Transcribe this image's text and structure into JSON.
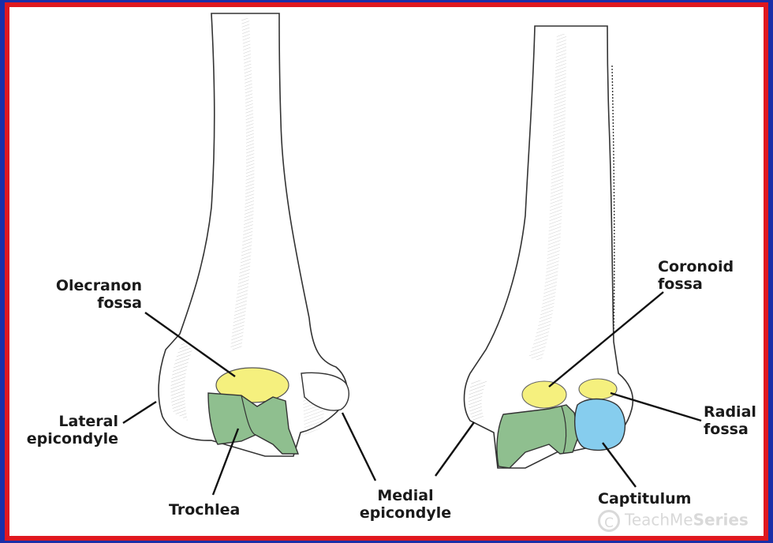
{
  "colors": {
    "outer_border": "#1b2fa8",
    "inner_border": "#e0181f",
    "fossa_yellow": "#f5f07e",
    "trochlea_green": "#8fbf8f",
    "capitulum_blue": "#86cdee",
    "bone": "#ffffff",
    "ink": "#333333"
  },
  "labels": {
    "olecranon": "Olecranon\nfossa",
    "lateral": "Lateral\nepicondyle",
    "trochlea": "Trochlea",
    "medial": "Medial\nepicondyle",
    "coronoid": "Coronoid\nfossa",
    "radial": "Radial\nfossa",
    "capitulum": "Captitulum"
  },
  "watermark": {
    "symbol": "C",
    "text_regular": "TeachMe",
    "text_bold": "Series"
  }
}
